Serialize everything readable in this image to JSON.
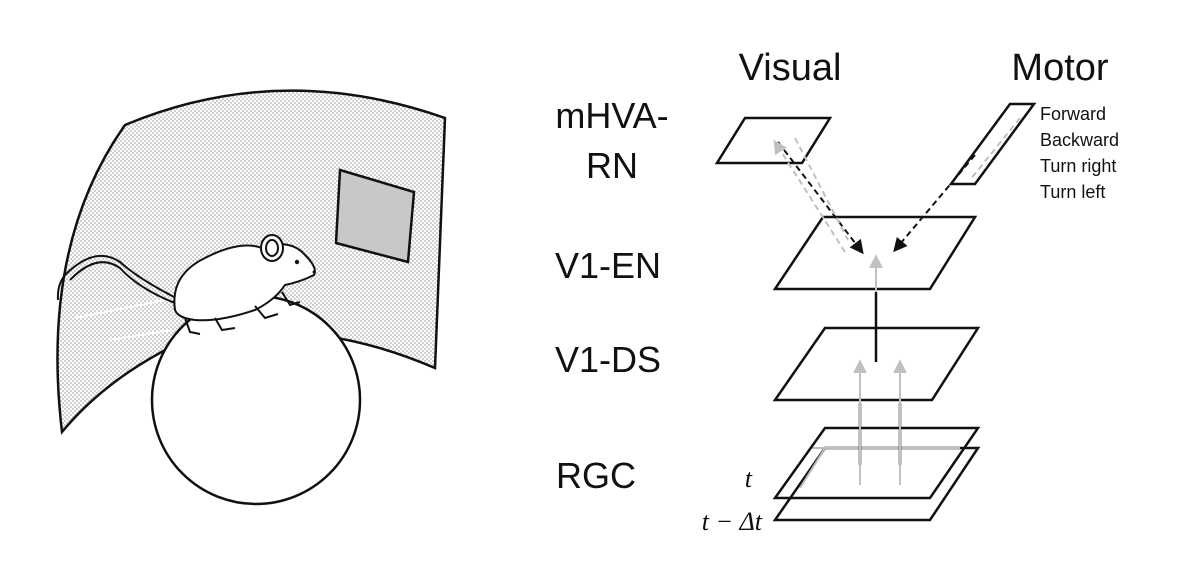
{
  "columns": {
    "visual": "Visual",
    "motor": "Motor"
  },
  "layers": {
    "mhva_line1": "mHVA-",
    "mhva_line2": "RN",
    "v1_en": "V1-EN",
    "v1_ds": "V1-DS",
    "rgc": "RGC"
  },
  "motor_commands": [
    "Forward",
    "Backward",
    "Turn right",
    "Turn left"
  ],
  "time_labels": {
    "current": "t",
    "previous": "t − Δt"
  },
  "colors": {
    "ink": "#111111",
    "screen_stimulus": "#c8c8c8",
    "faint_arrow": "#bdbdbd",
    "screen_dots": "#9a9a9a"
  }
}
